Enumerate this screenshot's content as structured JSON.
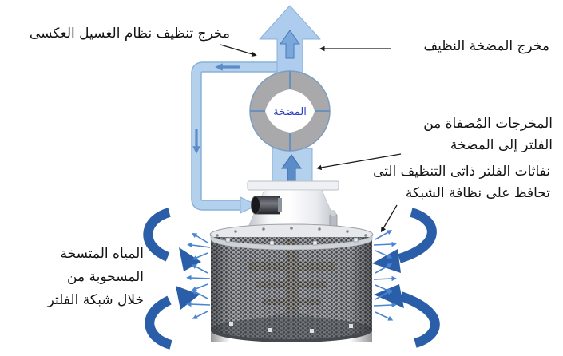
{
  "diagram": {
    "title_semantic": "self-cleaning intake filter and pump flow diagram",
    "labels": {
      "backwash_outlet": "مخرج تنظيف نظام الغسيل العكسى",
      "clean_pump_outlet": "مخرج المضخة النظيف",
      "pump": "المضخة",
      "filtered_output_line1": "المخرجات المُصفاة من",
      "filtered_output_line2": "الفلتر إلى المضخة",
      "self_cleaning_jets_line1": "نفاثات الفلتر ذاتى التنظيف التى",
      "self_cleaning_jets_line2": "تحافظ على نظافة الشبكة",
      "dirty_water_line1": "المياه المتسخة",
      "dirty_water_line2": "المسحوبة من",
      "dirty_water_line3": "خلال شبكة الفلتر"
    },
    "colors": {
      "pipe_light_blue": "#b3d0ec",
      "pipe_outline_blue": "#8bb0d8",
      "inner_flow_arrow_blue": "#5b8cc8",
      "intake_arrow_navy": "#2b5ea8",
      "jet_arrow_blue": "#4a85cf",
      "pump_ring_gray": "#a9a9ab",
      "pump_label_blue": "#2b3fc4",
      "annotation_black": "#1a1a1a"
    }
  }
}
